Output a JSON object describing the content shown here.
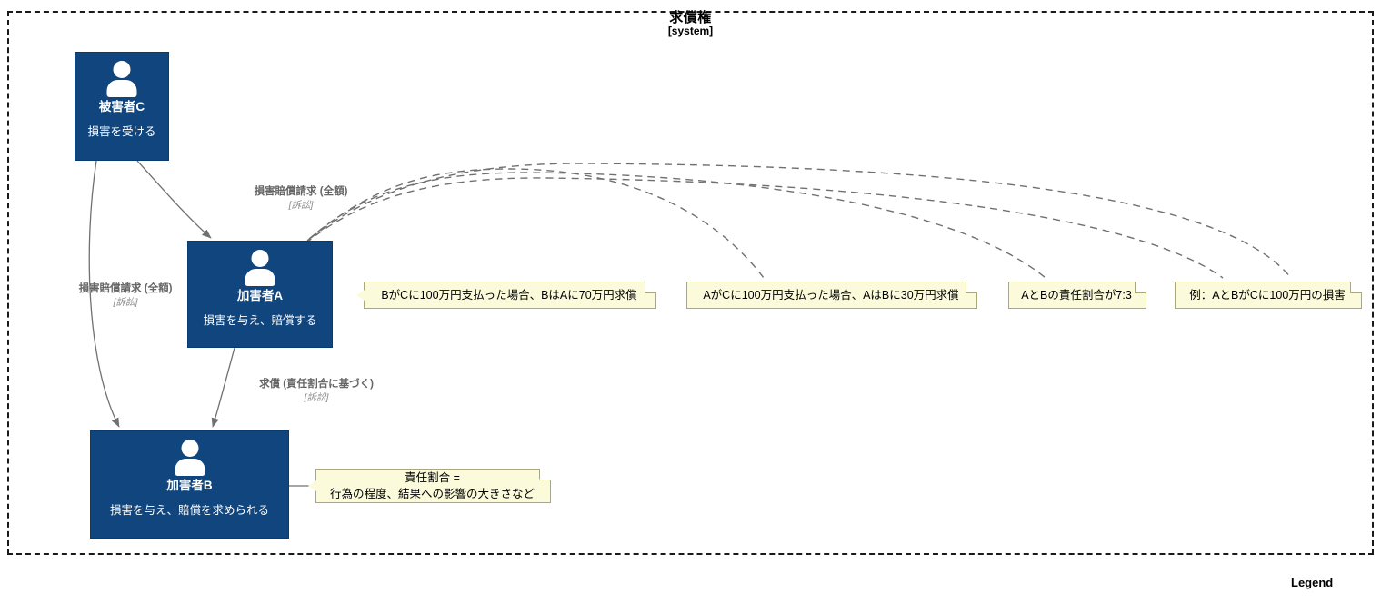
{
  "diagram": {
    "boundary": {
      "title": "求償権",
      "subtitle": "[system]"
    },
    "legend_label": "Legend",
    "colors": {
      "person_fill": "#10457e",
      "person_stroke": "#073b6f",
      "person_text": "#ffffff",
      "note_fill": "#fbfbdb",
      "note_stroke": "#a8a878",
      "edge_stroke": "#707070",
      "note_link_stroke": "#707070",
      "boundary_stroke": "#1a1a1a"
    }
  },
  "nodes": [
    {
      "id": "victim-c",
      "name": "被害者C",
      "description": "損害を受ける",
      "icon": "person-icon"
    },
    {
      "id": "offender-a",
      "name": "加害者A",
      "description": "損害を与え、賠償する",
      "icon": "person-icon"
    },
    {
      "id": "offender-b",
      "name": "加害者B",
      "description": "損害を与え、賠償を求められる",
      "icon": "person-icon"
    }
  ],
  "relationships": [
    {
      "id": "c-to-a",
      "from": "被害者C",
      "to": "加害者A",
      "label": "損害賠償請求 (全額)",
      "technology": "[訴訟]"
    },
    {
      "id": "c-to-b",
      "from": "被害者C",
      "to": "加害者B",
      "label": "損害賠償請求 (全額)",
      "technology": "[訴訟]"
    },
    {
      "id": "a-to-b",
      "from": "加害者A",
      "to": "加害者B",
      "label": "求償 (責任割合に基づく)",
      "technology": "[訴訟]"
    }
  ],
  "notes": [
    {
      "id": "note-1",
      "attached_to": "加害者A",
      "lines": [
        "BがCに100万円支払った場合、BはAに70万円求償"
      ]
    },
    {
      "id": "note-2",
      "attached_to": "加害者A",
      "lines": [
        "AがCに100万円支払った場合、AはBに30万円求償"
      ]
    },
    {
      "id": "note-3",
      "attached_to": "加害者A",
      "lines": [
        "AとBの責任割合が7:3"
      ]
    },
    {
      "id": "note-4",
      "attached_to": "加害者A",
      "lines": [
        "例：AとBがCに100万円の損害"
      ]
    },
    {
      "id": "note-b",
      "attached_to": "加害者B",
      "lines": [
        "責任割合 =",
        "行為の程度、結果への影響の大きさなど"
      ]
    }
  ]
}
